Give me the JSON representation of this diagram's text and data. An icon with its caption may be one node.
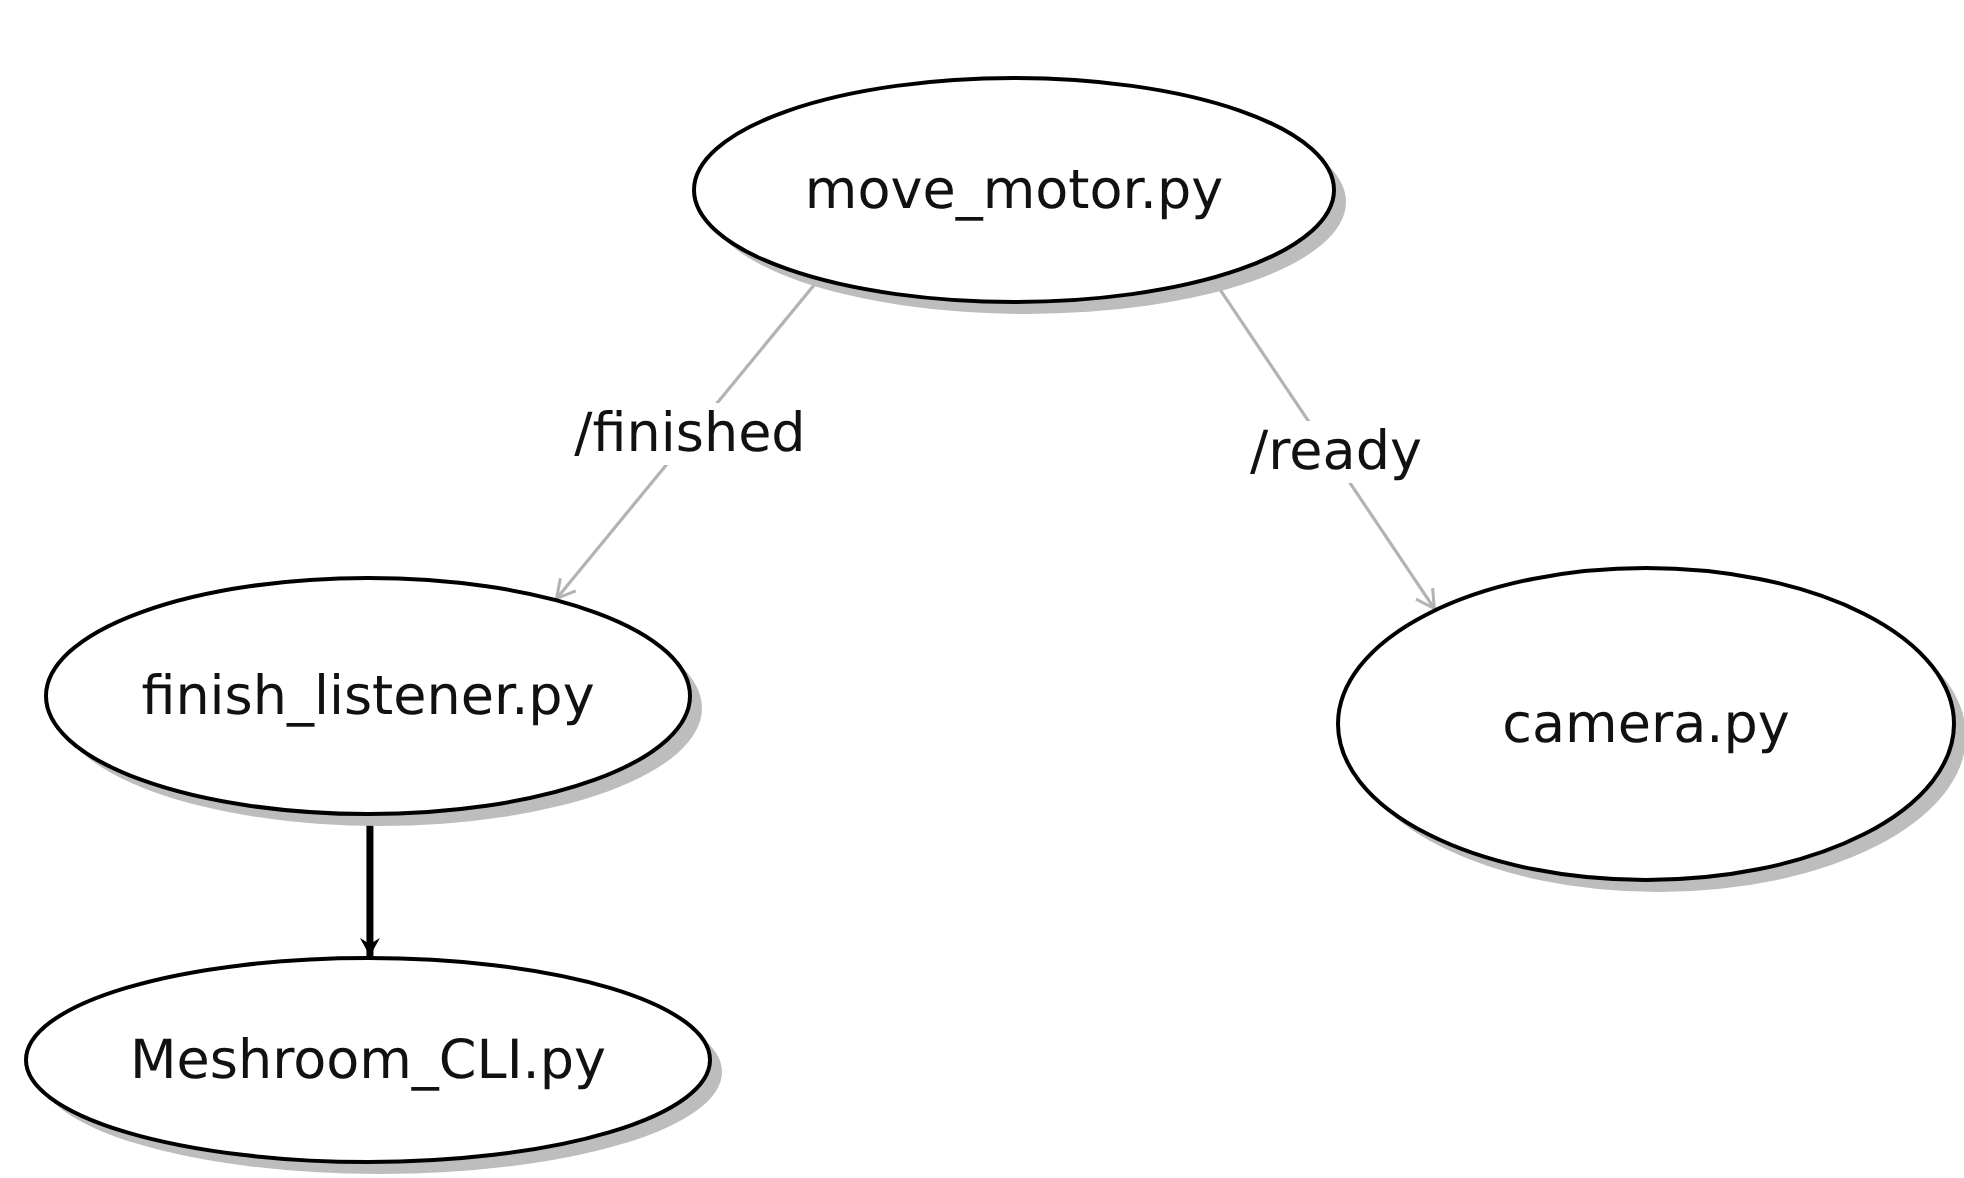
{
  "diagram": {
    "nodes": [
      {
        "text": [
          "move_motor.py"
        ]
      },
      {
        "text": [
          "finish_listener.py"
        ]
      },
      {
        "text": [
          "camera.py"
        ]
      },
      {
        "text": [
          "Meshroom_CLI.py"
        ]
      }
    ],
    "edges": [
      {
        "from": 0,
        "to": 1,
        "arrow": "to",
        "label": "/finished"
      },
      {
        "from": 0,
        "to": 2,
        "arrow": "to",
        "label": "/ready"
      },
      {
        "from": 1,
        "to": 3,
        "arrow": "to",
        "color": "#000000",
        "style": "thick"
      }
    ]
  }
}
